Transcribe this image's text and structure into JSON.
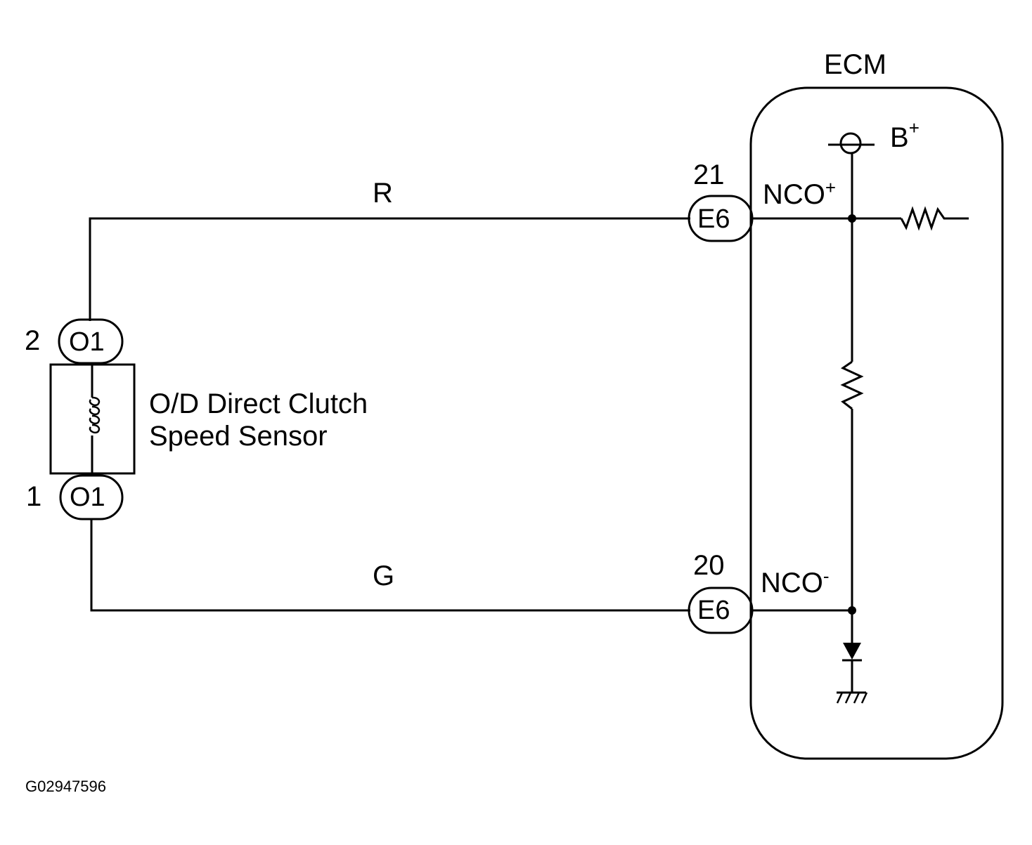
{
  "ecm": {
    "title": "ECM",
    "power_label": "B",
    "power_sup": "+"
  },
  "wires": {
    "top_color": "R",
    "bottom_color": "G"
  },
  "ecm_pins": {
    "top": {
      "pin_number": "21",
      "connector": "E6",
      "signal": "NCO",
      "signal_sup": "+"
    },
    "bottom": {
      "pin_number": "20",
      "connector": "E6",
      "signal": "NCO",
      "signal_sup": "-"
    }
  },
  "sensor": {
    "name_line1": "O/D Direct Clutch",
    "name_line2": "Speed Sensor",
    "top_pin": {
      "pin_number": "2",
      "connector": "O1"
    },
    "bottom_pin": {
      "pin_number": "1",
      "connector": "O1"
    }
  },
  "figure_code": "G02947596"
}
